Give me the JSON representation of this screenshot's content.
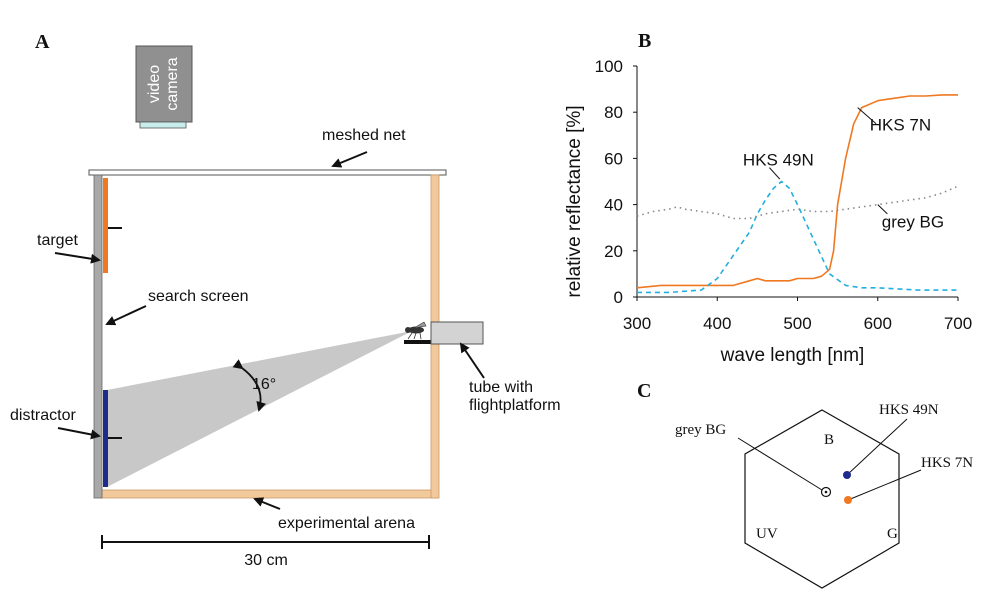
{
  "panels": {
    "a": {
      "letter": "A",
      "labels": {
        "video_camera": [
          "video",
          "camera"
        ],
        "meshed_net": "meshed net",
        "target": "target",
        "search_screen": "search screen",
        "distractor": "distractor",
        "angle": "16°",
        "tube": [
          "tube with",
          "flightplatform"
        ],
        "arena": "experimental arena",
        "scale": "30 cm"
      },
      "colors": {
        "target": "#f07820",
        "distractor": "#1e2a8c",
        "arena_wall": "#f2c99a",
        "screen": "#a8a8a8",
        "cone": "#c8c8c8"
      }
    },
    "b": {
      "letter": "B",
      "labels": {
        "hks7n": "HKS 7N",
        "hks49n": "HKS 49N",
        "grey": "grey BG"
      }
    },
    "c": {
      "letter": "C",
      "vertices": {
        "b": "B",
        "uv": "UV",
        "g": "G"
      },
      "labels": {
        "grey": "grey BG",
        "hks49n": "HKS 49N",
        "hks7n": "HKS 7N"
      },
      "colors": {
        "hks49n": "#1e2a8c",
        "hks7n": "#f07820"
      }
    }
  },
  "chart_data": {
    "type": "line",
    "xlabel": "wave length [nm]",
    "ylabel": "relative reflectance [%]",
    "xlim": [
      300,
      700
    ],
    "ylim": [
      0,
      100
    ],
    "xticks": [
      300,
      400,
      500,
      600,
      700
    ],
    "yticks": [
      0,
      20,
      40,
      60,
      80,
      100
    ],
    "grid": false,
    "series": [
      {
        "name": "HKS 7N",
        "color": "#f07820",
        "style": "solid",
        "x": [
          300,
          330,
          360,
          380,
          400,
          420,
          440,
          450,
          460,
          470,
          480,
          490,
          500,
          520,
          530,
          540,
          545,
          550,
          560,
          570,
          580,
          600,
          620,
          640,
          660,
          680,
          700
        ],
        "y": [
          4,
          5,
          5,
          5,
          5,
          5,
          7,
          8,
          7,
          7,
          7,
          7,
          8,
          8,
          9,
          12,
          20,
          40,
          60,
          75,
          82,
          85,
          86,
          87,
          87,
          87.5,
          87.5
        ]
      },
      {
        "name": "HKS 49N",
        "color": "#22aee0",
        "style": "dashed",
        "x": [
          300,
          340,
          380,
          400,
          420,
          440,
          450,
          460,
          470,
          480,
          490,
          500,
          520,
          540,
          560,
          580,
          600,
          650,
          700
        ],
        "y": [
          2,
          2,
          3,
          8,
          18,
          28,
          36,
          42,
          47,
          50,
          47,
          40,
          25,
          10,
          5,
          4,
          4,
          3,
          3
        ]
      },
      {
        "name": "grey BG",
        "color": "#888888",
        "style": "dotted",
        "x": [
          300,
          320,
          340,
          350,
          360,
          380,
          400,
          420,
          440,
          460,
          480,
          500,
          520,
          540,
          560,
          580,
          600,
          620,
          640,
          660,
          680,
          700
        ],
        "y": [
          35,
          37,
          38,
          39,
          38,
          37,
          36,
          34,
          34,
          36,
          37,
          38,
          37,
          37,
          38,
          39,
          40,
          41,
          42,
          43,
          45,
          48
        ]
      }
    ]
  }
}
